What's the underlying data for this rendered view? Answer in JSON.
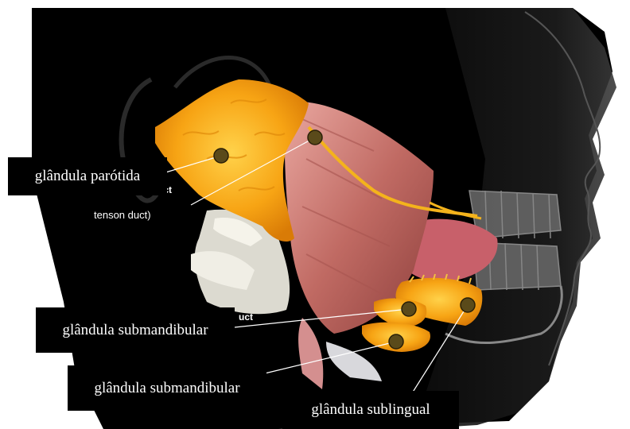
{
  "labels": {
    "parotid": "glândula parótida",
    "submandibular_upper": "glândula submandibular",
    "submandibular_lower": "glândula submandibular",
    "sublingual": "glândula sublingual"
  },
  "background_text": {
    "duct": "uct",
    "stenson": "tenson duct)",
    "partial": "uct"
  },
  "colors": {
    "background": "#000000",
    "gland": "#f5a40f",
    "muscle": "#b85a55",
    "label_box": "#000000",
    "label_text": "#ffffff",
    "leader_line": "#ffffff",
    "marker": "#5a4a1a"
  }
}
